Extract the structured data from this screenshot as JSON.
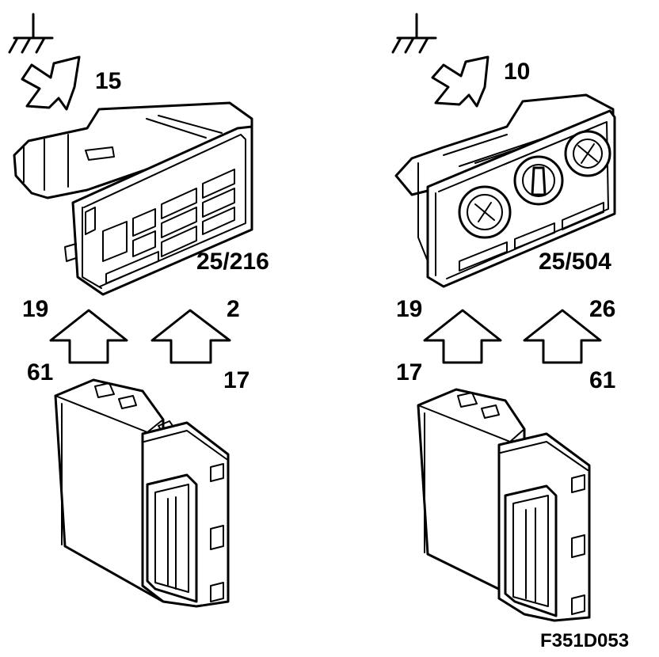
{
  "left": {
    "ground_ref": "15",
    "panel_id": "25/216",
    "pins": {
      "top_left": "19",
      "top_right": "2",
      "bottom_left": "61",
      "bottom_right": "17"
    }
  },
  "right": {
    "ground_ref": "10",
    "panel_id": "25/504",
    "pins": {
      "top_left": "19",
      "top_right": "26",
      "bottom_left": "17",
      "bottom_right": "61"
    }
  },
  "figure_code": "F351D053"
}
